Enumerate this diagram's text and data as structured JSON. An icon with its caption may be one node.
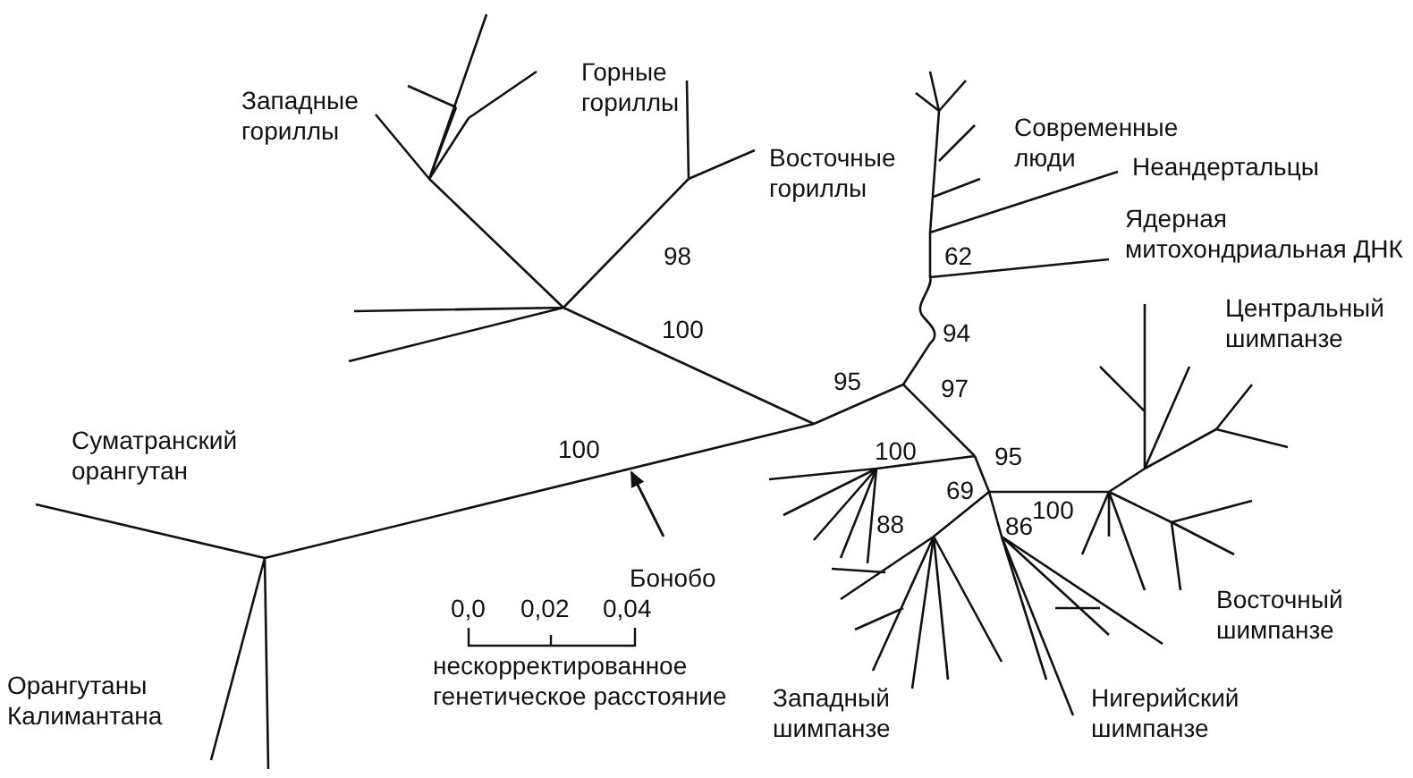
{
  "diagram": {
    "labels": [
      "Горные гориллы",
      "Западные гориллы",
      "Современные люди",
      "Неандертальцы",
      "Восточные гориллы",
      "Ядерная митохондриальная ДНК",
      "98",
      "62",
      "Центральный шимпанзе",
      "100",
      "94",
      "95",
      "97",
      "Суматранский орангутан",
      "100",
      "100",
      "95",
      "69",
      "Бонобо",
      "88",
      "86",
      "100",
      "Восточный шимпанзе",
      "0,0",
      "0,02",
      "0,04",
      "Орангутаны Калимантана",
      "нескорректированное генетическое расстояние",
      "Западный шимпанзе",
      "Нигерийский шимпанзе"
    ]
  }
}
